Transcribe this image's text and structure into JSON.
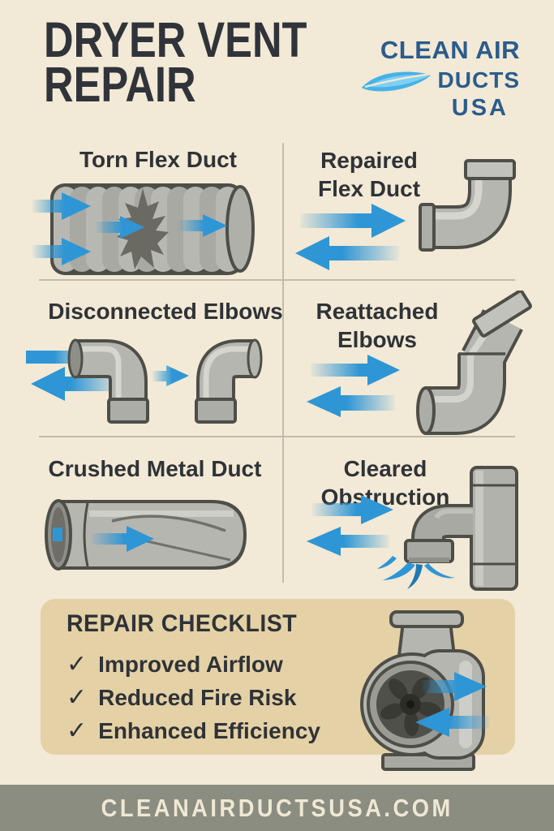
{
  "poster": {
    "title_line1": "DRYER VENT",
    "title_line2": "REPAIR"
  },
  "logo": {
    "line1": "CLEAN AIR",
    "line2": "DUCTS",
    "line3": "USA",
    "icon": "leaf-swoosh-icon"
  },
  "grid": {
    "cells": [
      {
        "label": "Torn Flex Duct",
        "illustration": "torn-flex-duct"
      },
      {
        "label": "Repaired Flex Duct",
        "illustration": "repaired-flex-duct-elbow"
      },
      {
        "label": "Disconnected Elbows",
        "illustration": "disconnected-elbows"
      },
      {
        "label": "Reattached Elbows",
        "illustration": "reattached-elbows"
      },
      {
        "label": "Crushed Metal Duct",
        "illustration": "crushed-metal-duct"
      },
      {
        "label": "Cleared Obstruction",
        "illustration": "cleared-obstruction-vent"
      }
    ]
  },
  "checklist": {
    "title": "REPAIR CHECKLIST",
    "check_glyph": "✓",
    "items": [
      "Improved Airflow",
      "Reduced Fire Risk",
      "Enhanced Efficiency"
    ],
    "illustration": "inline-duct-fan"
  },
  "footer": {
    "website": "CLEANAIRDUCTSUSA.COM"
  },
  "colors": {
    "background": "#f2e9d6",
    "panel": "#e5d1a6",
    "footer_band": "#8a8d80",
    "footer_text": "#f0e8d4",
    "heading_text": "#30343a",
    "logo_blue_dark": "#2b5c8c",
    "logo_blue_light": "#47b2e8",
    "arrow_blue": "#2e96d5",
    "pipe_gray": "#b6b6b0",
    "pipe_outline": "#4e4e48",
    "divider": "#c3bcab"
  }
}
